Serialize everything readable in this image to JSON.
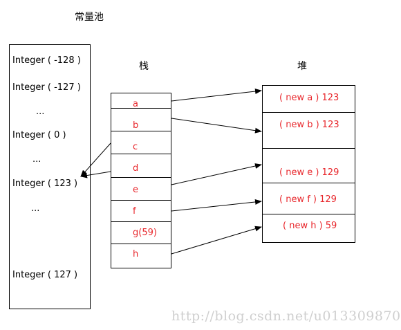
{
  "titles": {
    "constant_pool": "常量池",
    "stack": "栈",
    "heap": "堆"
  },
  "constant_pool": {
    "items": [
      "Integer ( -128 )",
      "Integer ( -127 )",
      "...",
      "Integer ( 0 )",
      "...",
      "Integer ( 123 )",
      "...",
      "Integer ( 127 )"
    ]
  },
  "stack": {
    "cells": [
      "a",
      "b",
      "c",
      "d",
      "e",
      "f",
      "g(59)",
      "h"
    ]
  },
  "heap": {
    "cells": [
      "( new a ) 123",
      "( new b ) 123",
      "( new e ) 129",
      "( new f ) 129",
      "( new h ) 59"
    ]
  },
  "watermark": "http://blog.csdn.net/u013309870",
  "colors": {
    "text_red": "#e8262b",
    "line": "#000000"
  }
}
